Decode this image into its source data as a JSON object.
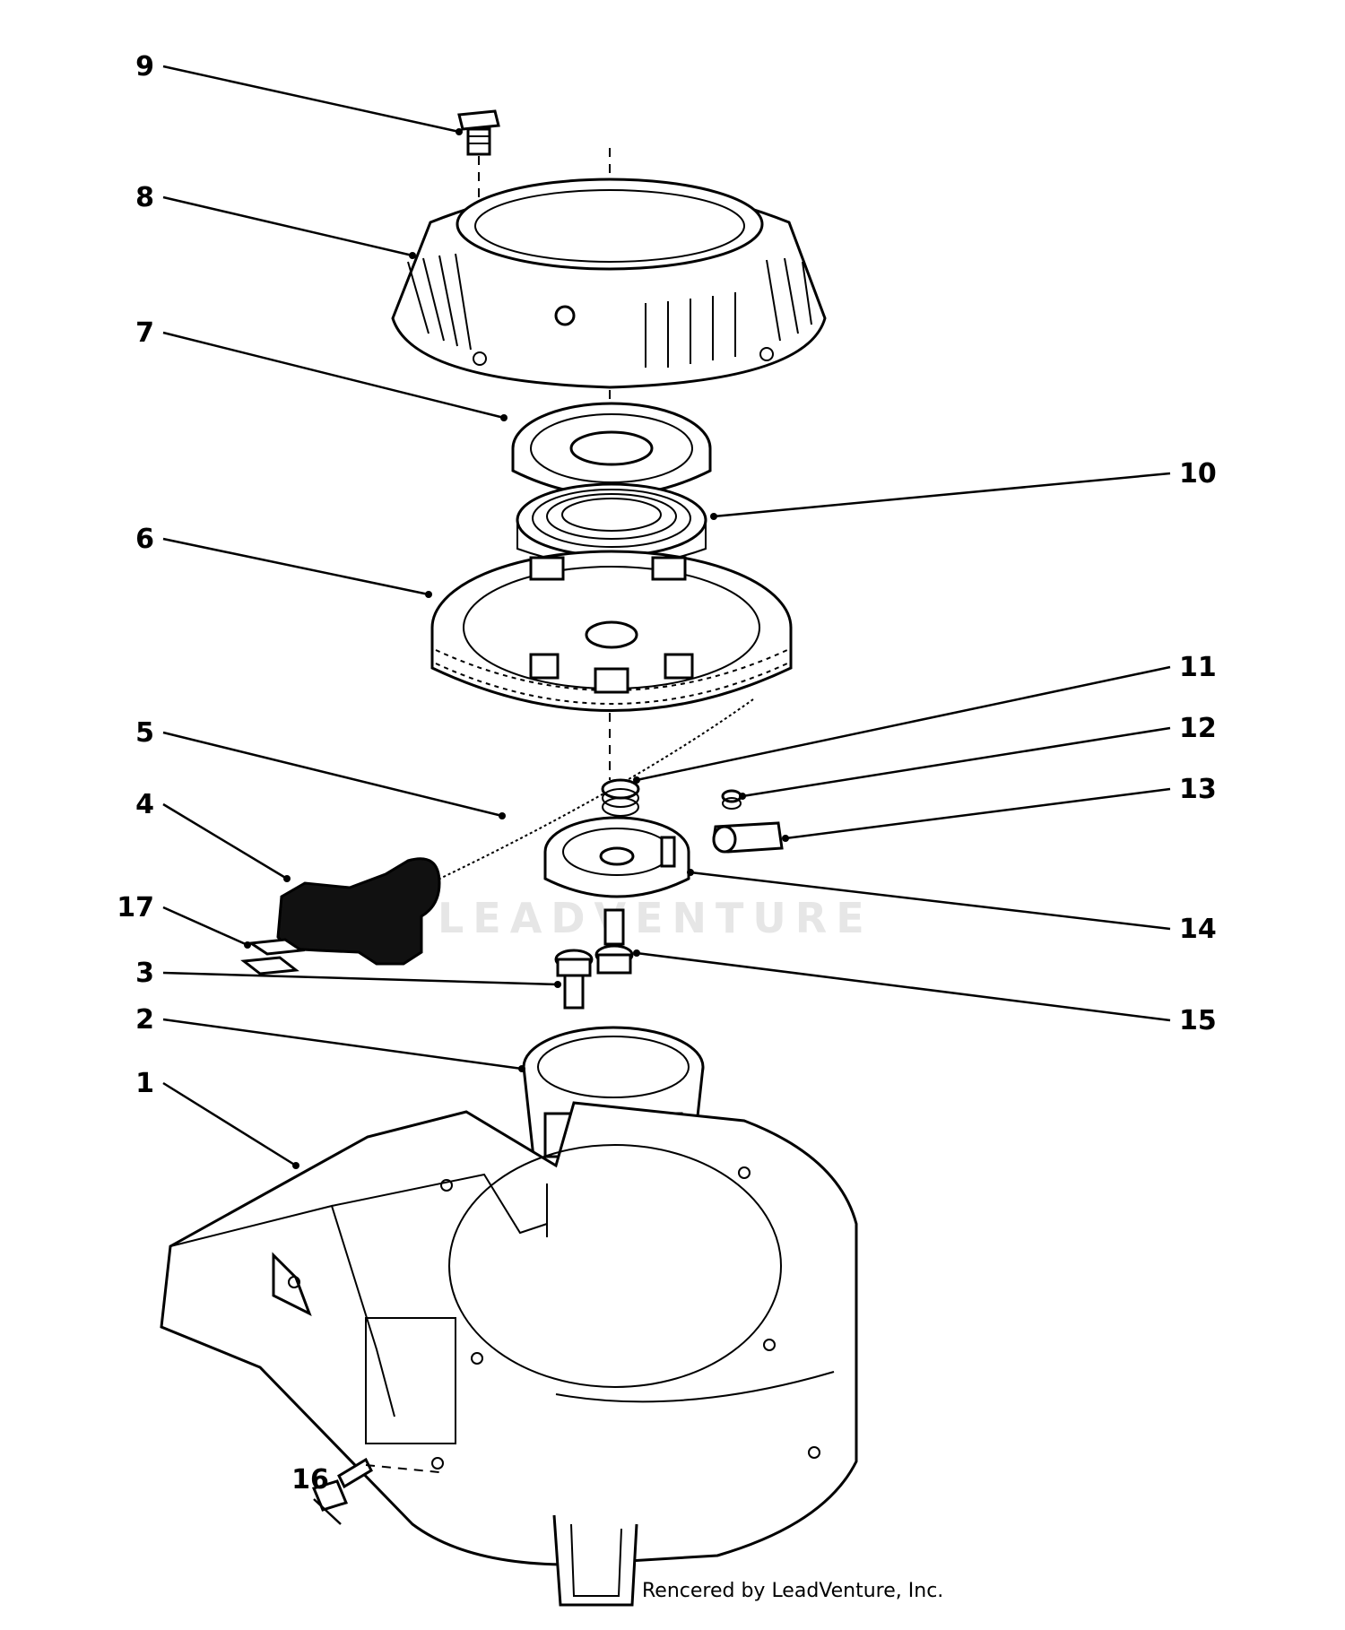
{
  "watermark": "LEADVENTURE",
  "credit": "Rencered by LeadVenture, Inc.",
  "callouts": [
    "1",
    "2",
    "3",
    "4",
    "5",
    "6",
    "7",
    "8",
    "9",
    "10",
    "11",
    "12",
    "13",
    "14",
    "15",
    "16",
    "17"
  ]
}
